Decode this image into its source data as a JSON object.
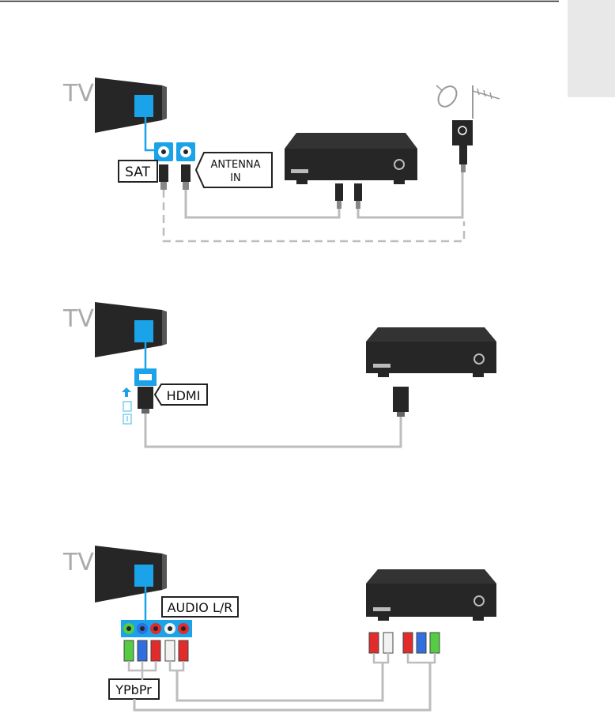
{
  "tv_label": "TV",
  "sections": [
    {
      "id": "antenna-satellite",
      "tv_label": "TV",
      "labels": {
        "sat": "SAT",
        "antenna_line1": "ANTENNA",
        "antenna_line2": "IN"
      }
    },
    {
      "id": "hdmi",
      "tv_label": "TV",
      "labels": {
        "hdmi": "HDMI"
      }
    },
    {
      "id": "component",
      "tv_label": "TV",
      "labels": {
        "audio": "AUDIO L/R",
        "ypbpr": "YPbPr"
      }
    }
  ],
  "colors": {
    "tv_body": "#262626",
    "accent_blue": "#1aa3e8",
    "cable": "#bdbdbd",
    "green": "#55cc44",
    "blue": "#2f6fe0",
    "red": "#e22b2b",
    "white_plug": "#f2f2f2",
    "tab": "#e8e8e8"
  }
}
